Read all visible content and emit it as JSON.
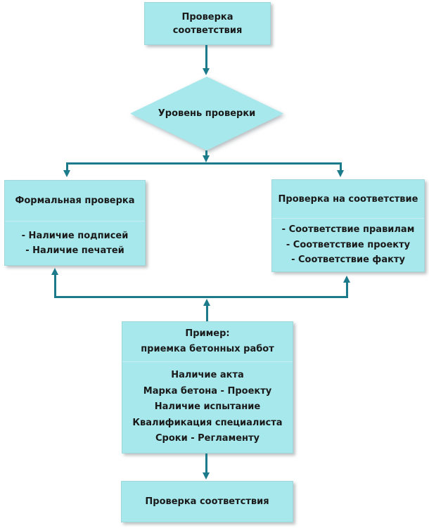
{
  "colors": {
    "shape_fill": "#a7e8ec",
    "arrow": "#1b7b8b",
    "text": "#1a1a1a"
  },
  "flowchart": {
    "start_box": {
      "lines": [
        "Проверка",
        "соответствия"
      ]
    },
    "decision": {
      "label": "Уровень проверки"
    },
    "formal_box": {
      "title": "Формальная проверка",
      "items": [
        "- Наличие подписей",
        "- Наличие печатей"
      ]
    },
    "compliance_box": {
      "title": "Проверка на соответствие",
      "items": [
        "- Соответствие правилам",
        "- Соответствие проекту",
        "- Соответствие факту"
      ]
    },
    "example_box": {
      "title_lines": [
        "Пример:",
        "приемка бетонных работ"
      ],
      "items": [
        "Наличие акта",
        "Марка бетона - Проекту",
        "Наличие испытание",
        "Квалификация специалиста",
        "Сроки - Регламенту"
      ]
    },
    "end_box": {
      "label": "Проверка соответствия"
    }
  }
}
